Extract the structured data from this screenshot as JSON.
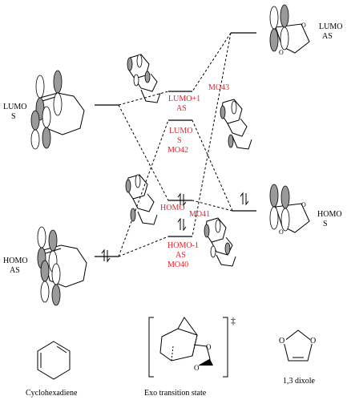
{
  "left_levels": {
    "lumo": {
      "name": "LUMO",
      "symmetry": "S"
    },
    "homo": {
      "name": "HOMO",
      "symmetry": "AS"
    }
  },
  "right_levels": {
    "lumo": {
      "name": "LUMO",
      "symmetry": "AS"
    },
    "homo": {
      "name": "HOMO",
      "symmetry": "S"
    }
  },
  "center_levels": {
    "mo43": {
      "label": "MO43"
    },
    "lumo_plus_1": {
      "line1": "LUMO+1",
      "line2": "AS"
    },
    "lumo_mo42": {
      "line1": "LUMO",
      "line2": "S",
      "line3": "MO42"
    },
    "homo_mo41": {
      "line1": "HOMO",
      "line2": "MO41"
    },
    "homo_minus_1": {
      "line1": "HOMO-1",
      "line2": "AS",
      "line3": "MO40"
    }
  },
  "bottom": {
    "left_caption": "Cyclohexadiene",
    "center_caption": "Exo transition state",
    "right_caption": "1,3 dixole",
    "ts_symbol": "‡",
    "o1": "O",
    "o2": "O",
    "o3": "O",
    "o4": "O"
  },
  "colors": {
    "red_label": "#e8202a",
    "lobe_shaded": "#9a9a9a"
  }
}
